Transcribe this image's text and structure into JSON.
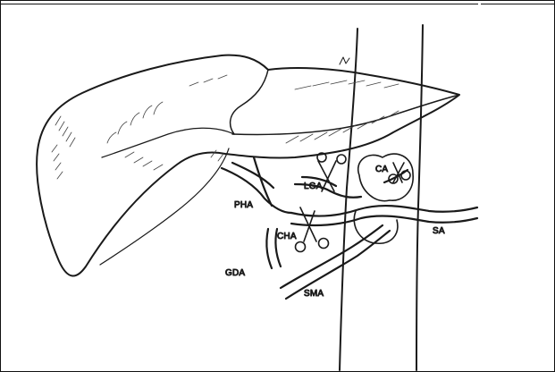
{
  "figure": {
    "labels": {
      "lga": "LGA",
      "ca": "CA",
      "pha": "PHA",
      "cha": "CHA",
      "sa": "SA",
      "gda": "GDA",
      "sma": "SMA"
    }
  }
}
